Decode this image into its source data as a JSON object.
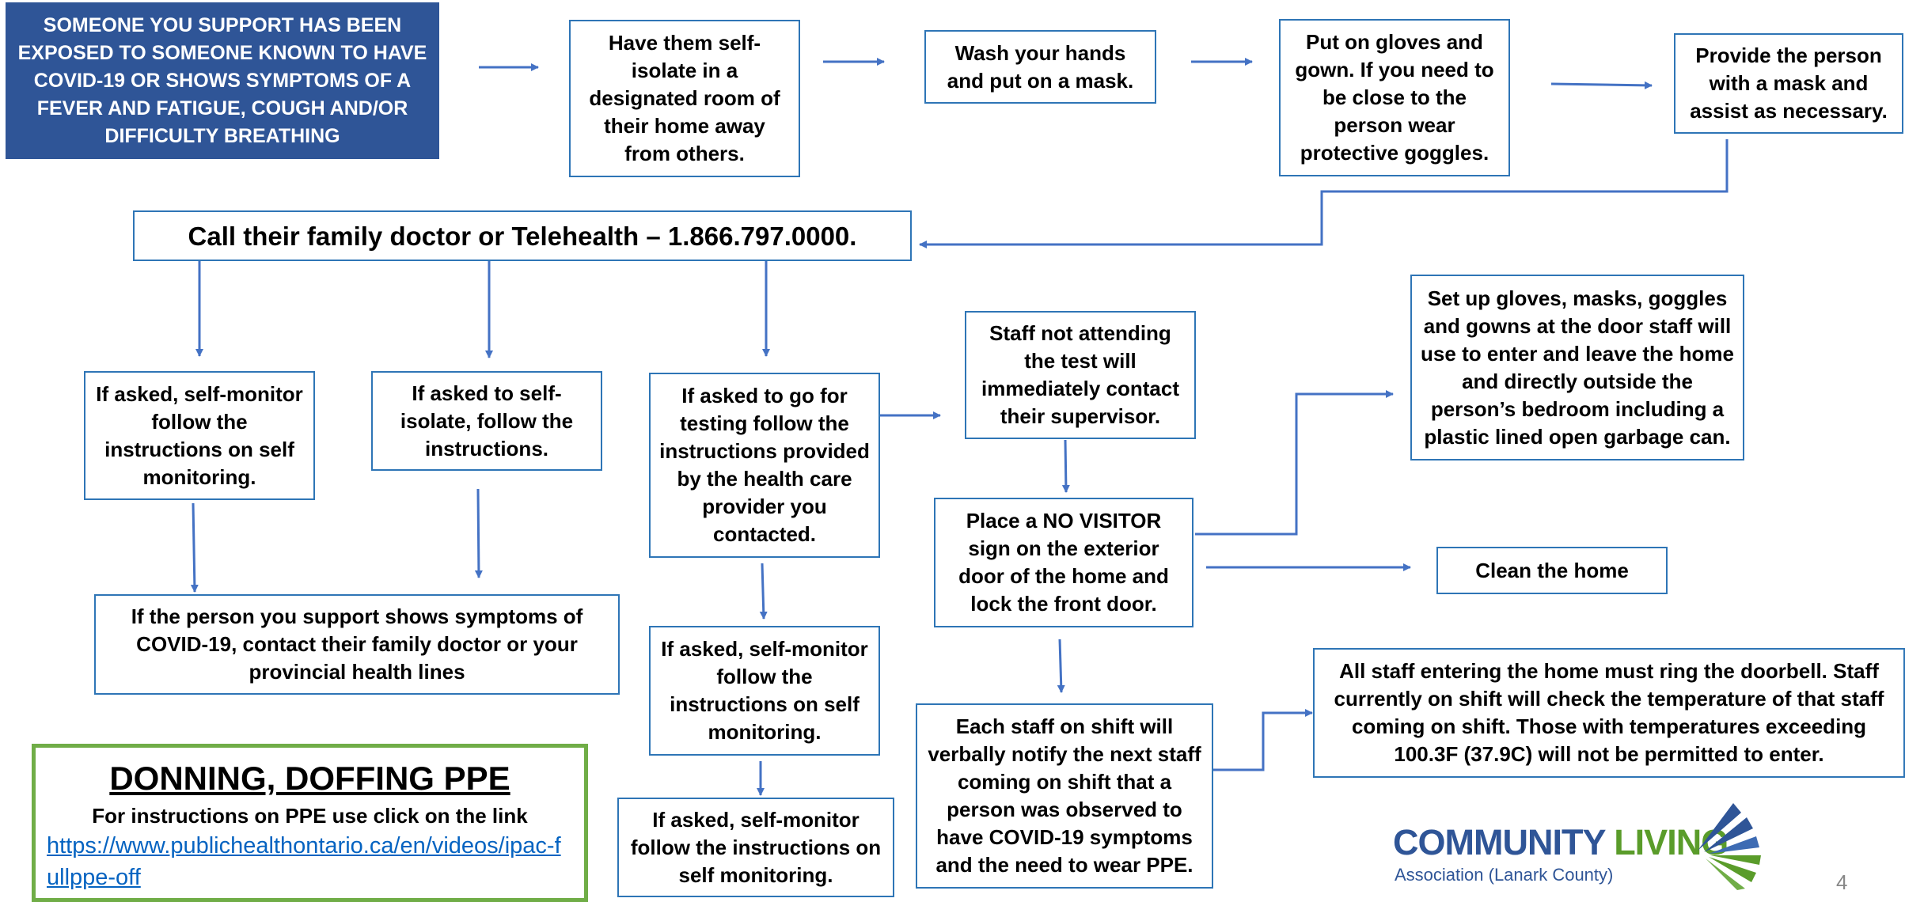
{
  "flow": {
    "start": "SOMEONE YOU SUPPORT HAS BEEN EXPOSED TO SOMEONE KNOWN TO HAVE COVID-19 OR SHOWS SYMPTOMS OF A FEVER AND FATIGUE, COUGH AND/OR DIFFICULTY BREATHING",
    "self_isolate_room": "Have them self-isolate in a designated room of their home away from others.",
    "wash_hands": "Wash your hands and put on a mask.",
    "gloves_gown": "Put on gloves and gown. If you need to be close to the person wear protective goggles.",
    "provide_mask": "Provide the person with a mask and assist as necessary.",
    "call_doctor": "Call their family doctor or Telehealth – 1.866.797.0000.",
    "self_monitor_1": "If asked, self-monitor follow the instructions on self monitoring.",
    "self_isolate_follow": "If asked to self-isolate, follow the instructions.",
    "testing": "If asked to go for testing follow the instructions provided by the health care provider you contacted.",
    "staff_not_attending": "Staff not attending the test will immediately contact their supervisor.",
    "setup_ppe": "Set up gloves, masks, goggles and gowns  at the door staff will use to enter and leave the home and directly outside the person’s bedroom including a plastic lined open garbage can.",
    "no_visitor": "Place a NO VISITOR sign on the exterior door of the home and lock the front door.",
    "clean_home": "Clean the home",
    "symptoms_contact": "If the person you support shows symptoms of COVID-19, contact their family doctor or your provincial health lines",
    "self_monitor_2": "If asked, self-monitor follow the instructions on self monitoring.",
    "self_monitor_3": "If asked, self-monitor follow the instructions on self monitoring.",
    "notify_next_staff": "Each staff on shift will verbally notify the next staff coming on shift that a person was observed to have COVID-19 symptoms and the need to wear PPE.",
    "doorbell": "All staff entering the home must ring the doorbell. Staff currently on shift will check the temperature of that staff coming on shift. Those with temperatures exceeding 100.3F (37.9C) will not be permitted to enter."
  },
  "ppe_box": {
    "title": "DONNING, DOFFING PPE",
    "text": "For instructions on PPE use click on the link",
    "link": "https://www.publichealthontario.ca/en/videos/ipac-fullppe-off"
  },
  "logo": {
    "word1": "COMMUNITY",
    "word2": "LIVING",
    "subtitle": "Association (Lanark County)"
  },
  "page_number": "4",
  "colors": {
    "box_border": "#2e75b6",
    "start_fill": "#2f5597",
    "arrow": "#4472c4",
    "ppe_border": "#70ad47",
    "link": "#0563c1"
  }
}
